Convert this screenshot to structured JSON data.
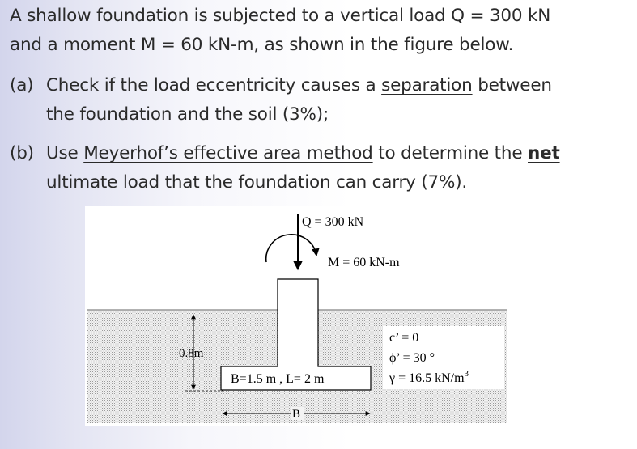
{
  "problem": {
    "intro_line1": "A shallow foundation is subjected to a vertical load Q = 300 kN",
    "intro_line2": "and a moment M = 60 kN-m, as shown in the figure below.",
    "part_a": {
      "label": "(a)",
      "line1_before": "Check if the load eccentricity causes a ",
      "line1_underlined": "separation",
      "line1_after": " between",
      "line2": "the foundation and the soil (3%);"
    },
    "part_b": {
      "label": "(b)",
      "line1_before": "Use ",
      "line1_underlined": "Meyerhof’s effective area method",
      "line1_mid": " to determine the ",
      "line1_bold": "net",
      "line2": "ultimate load that the foundation can carry (7%)."
    }
  },
  "figure": {
    "load_label": "Q = 300 kN",
    "moment_label": "M = 60 kN-m",
    "depth_label": "0.8m",
    "dims_label": "B=1.5 m , L= 2 m",
    "width_label": "B",
    "soil_c": "c’ = 0",
    "soil_phi": "ϕ’ = 30 °",
    "soil_gamma": "γ = 16.5 kN/m",
    "soil_gamma_exp": "3"
  }
}
